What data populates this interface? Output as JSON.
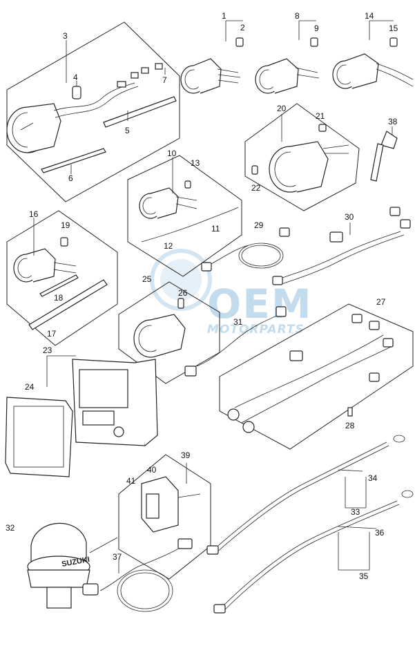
{
  "watermark": {
    "line1": "OEM",
    "line2": "MOTORPARTS"
  },
  "callouts": {
    "c1": "1",
    "c2": "2",
    "c3": "3",
    "c4": "4",
    "c5": "5",
    "c6": "6",
    "c7": "7",
    "c8": "8",
    "c9": "9",
    "c10": "10",
    "c11": "11",
    "c12": "12",
    "c13": "13",
    "c14": "14",
    "c15": "15",
    "c16": "16",
    "c17": "17",
    "c18": "18",
    "c19": "19",
    "c20": "20",
    "c21": "21",
    "c22": "22",
    "c23": "23",
    "c24": "24",
    "c25": "25",
    "c26": "26",
    "c27": "27",
    "c28": "28",
    "c29": "29",
    "c30": "30",
    "c31": "31",
    "c32": "32",
    "c33": "33",
    "c34": "34",
    "c35": "35",
    "c36": "36",
    "c37": "37",
    "c38": "38",
    "c39": "39",
    "c40": "40",
    "c41": "41"
  },
  "brand_text": "SUZUKI",
  "colors": {
    "line": "#222222",
    "watermark": "#bcd9ec",
    "background": "#ffffff"
  }
}
